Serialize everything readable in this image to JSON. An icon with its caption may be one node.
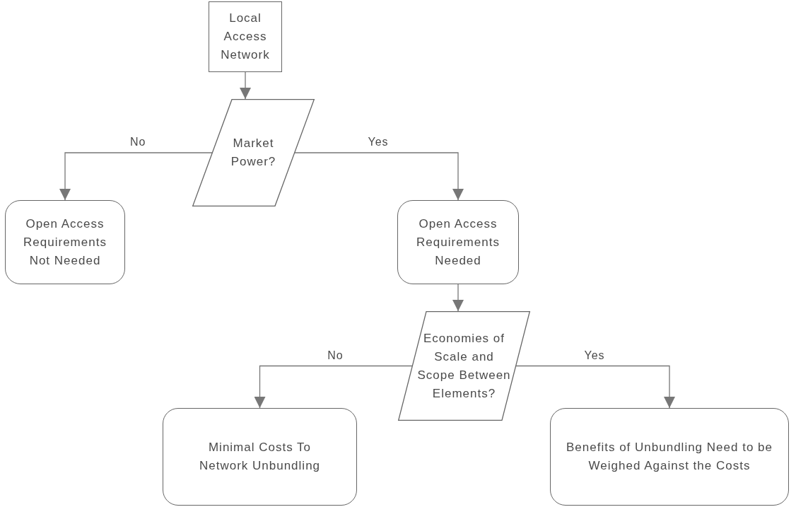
{
  "diagram": {
    "nodes": [
      {
        "text": [
          "Local Access Network"
        ]
      },
      {
        "text": [
          "Market Power?"
        ]
      },
      {
        "text": [
          "Open Access Requirements Not Needed"
        ]
      },
      {
        "text": [
          "Open Access Requirements Needed"
        ]
      },
      {
        "text": [
          "Economies of Scale and Scope Between Elements?"
        ]
      },
      {
        "text": [
          "Minimal Costs To Network Unbundling"
        ]
      },
      {
        "text": [
          "Benefits of Unbundling Need to be Weighed Against the Costs"
        ]
      }
    ],
    "edges": [
      {
        "from": 0,
        "to": 1,
        "arrow": "to"
      },
      {
        "from": 1,
        "to": 2,
        "arrow": "to",
        "label": "No"
      },
      {
        "from": 1,
        "to": 3,
        "arrow": "to",
        "label": "Yes"
      },
      {
        "from": 3,
        "to": 4,
        "arrow": "to"
      },
      {
        "from": 4,
        "to": 5,
        "arrow": "to",
        "label": "No"
      },
      {
        "from": 4,
        "to": 6,
        "arrow": "to",
        "label": "Yes"
      }
    ]
  }
}
